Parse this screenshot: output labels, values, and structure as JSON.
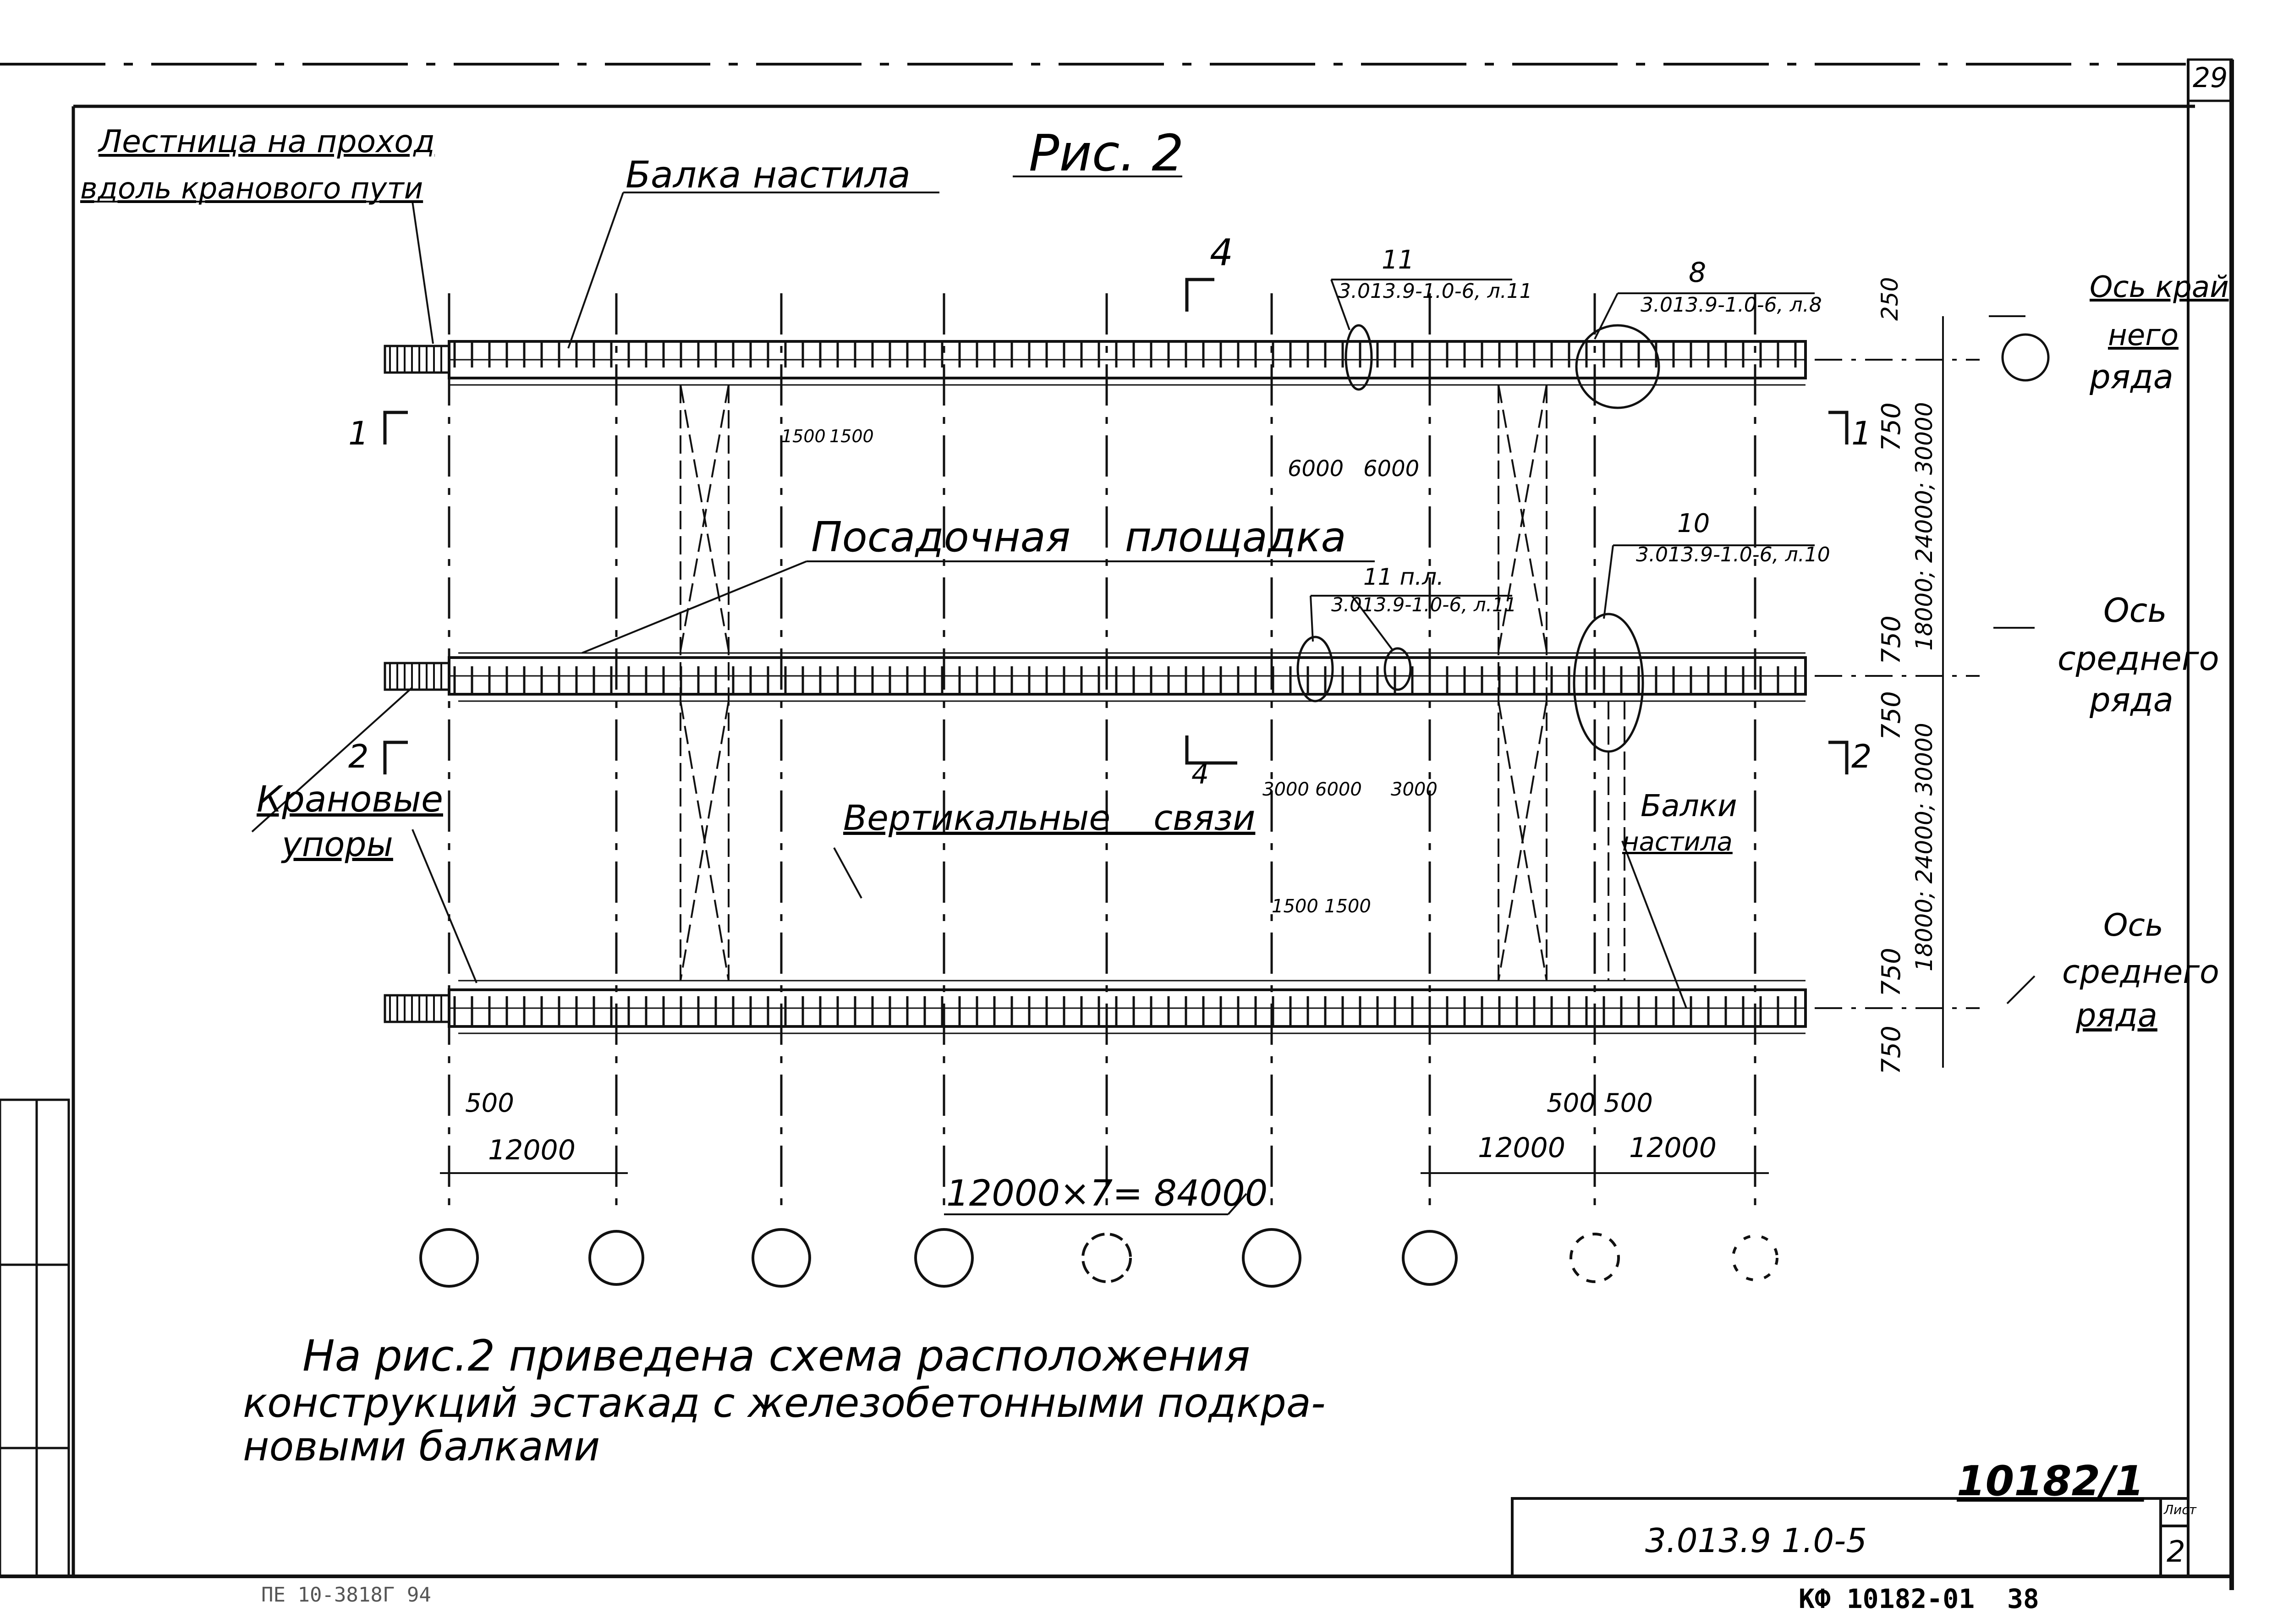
{
  "sheet": {
    "page_number": "29",
    "figure_title": "Рис. 2",
    "sheet_label": "Лист",
    "sheet_number": "2",
    "document_code": "3.013.9 1.0-5",
    "archive_number": "10182/1",
    "footer_code": "КФ 10182-01",
    "footer_number": "38",
    "bottom_left_stamp": "ПЕ 10-3818Г 94"
  },
  "labels": {
    "ladder_line1": "Лестница на проход",
    "ladder_line2": "вдоль кранового пути",
    "deck_beam": "Балка настила",
    "landing": "Посадочная площадка",
    "crane_stops_line1": "Крановые",
    "crane_stops_line2": "упоры",
    "vertical_bracing": "Вертикальные связи",
    "deck_beams_line1": "Балки",
    "deck_beams_line2": "настила",
    "axis_outer_line1": "Ось край",
    "axis_outer_line2": "него",
    "axis_outer_line3": "ряда",
    "axis_middle_line1": "Ось",
    "axis_middle_line2": "среднего",
    "axis_middle_line3": "ряда",
    "axis_middle2_line1": "Ось",
    "axis_middle2_line2": "среднего",
    "axis_middle2_line3": "ряда"
  },
  "callouts": {
    "c11_num": "11",
    "c11_ref": "3.013.9-1.0-6, л.11",
    "c8_num": "8",
    "c8_ref": "3.013.9-1.0-6, л.8",
    "c10_num": "10",
    "c10_ref": "3.013.9-1.0-6, л.10",
    "c11pl_num": "11 п.л.",
    "c11pl_ref": "3.013.9-1.0-6, л.11"
  },
  "sections": {
    "sec1": "1",
    "sec2": "2",
    "sec4": "4"
  },
  "dimensions": {
    "d1500_a": "1500",
    "d1500_b": "1500",
    "d6000_a": "6000",
    "d6000_b": "6000",
    "d3000_a": "3000",
    "d6000_c": "6000",
    "d3000_b": "3000",
    "d1500_c": "1500",
    "d1500_d": "1500",
    "d500_left": "500",
    "d12000_left": "12000",
    "d500_r1": "500",
    "d500_r2": "500",
    "d12000_r1": "12000",
    "d12000_r2": "12000",
    "total": "12000×7= 84000",
    "d750_1": "750",
    "d250": "250",
    "d750_2": "750",
    "d750_3": "750",
    "d750_4": "750",
    "d750_5": "750",
    "vert_upper": "18000; 24000; 30000",
    "vert_lower": "18000; 24000; 30000"
  },
  "note": {
    "line1": "На рис.2 приведена схема расположения",
    "line2": "конструкций эстакад с железобетонными подкра-",
    "line3": "новыми балками"
  },
  "colors": {
    "ink": "#111111",
    "paper": "#ffffff"
  }
}
